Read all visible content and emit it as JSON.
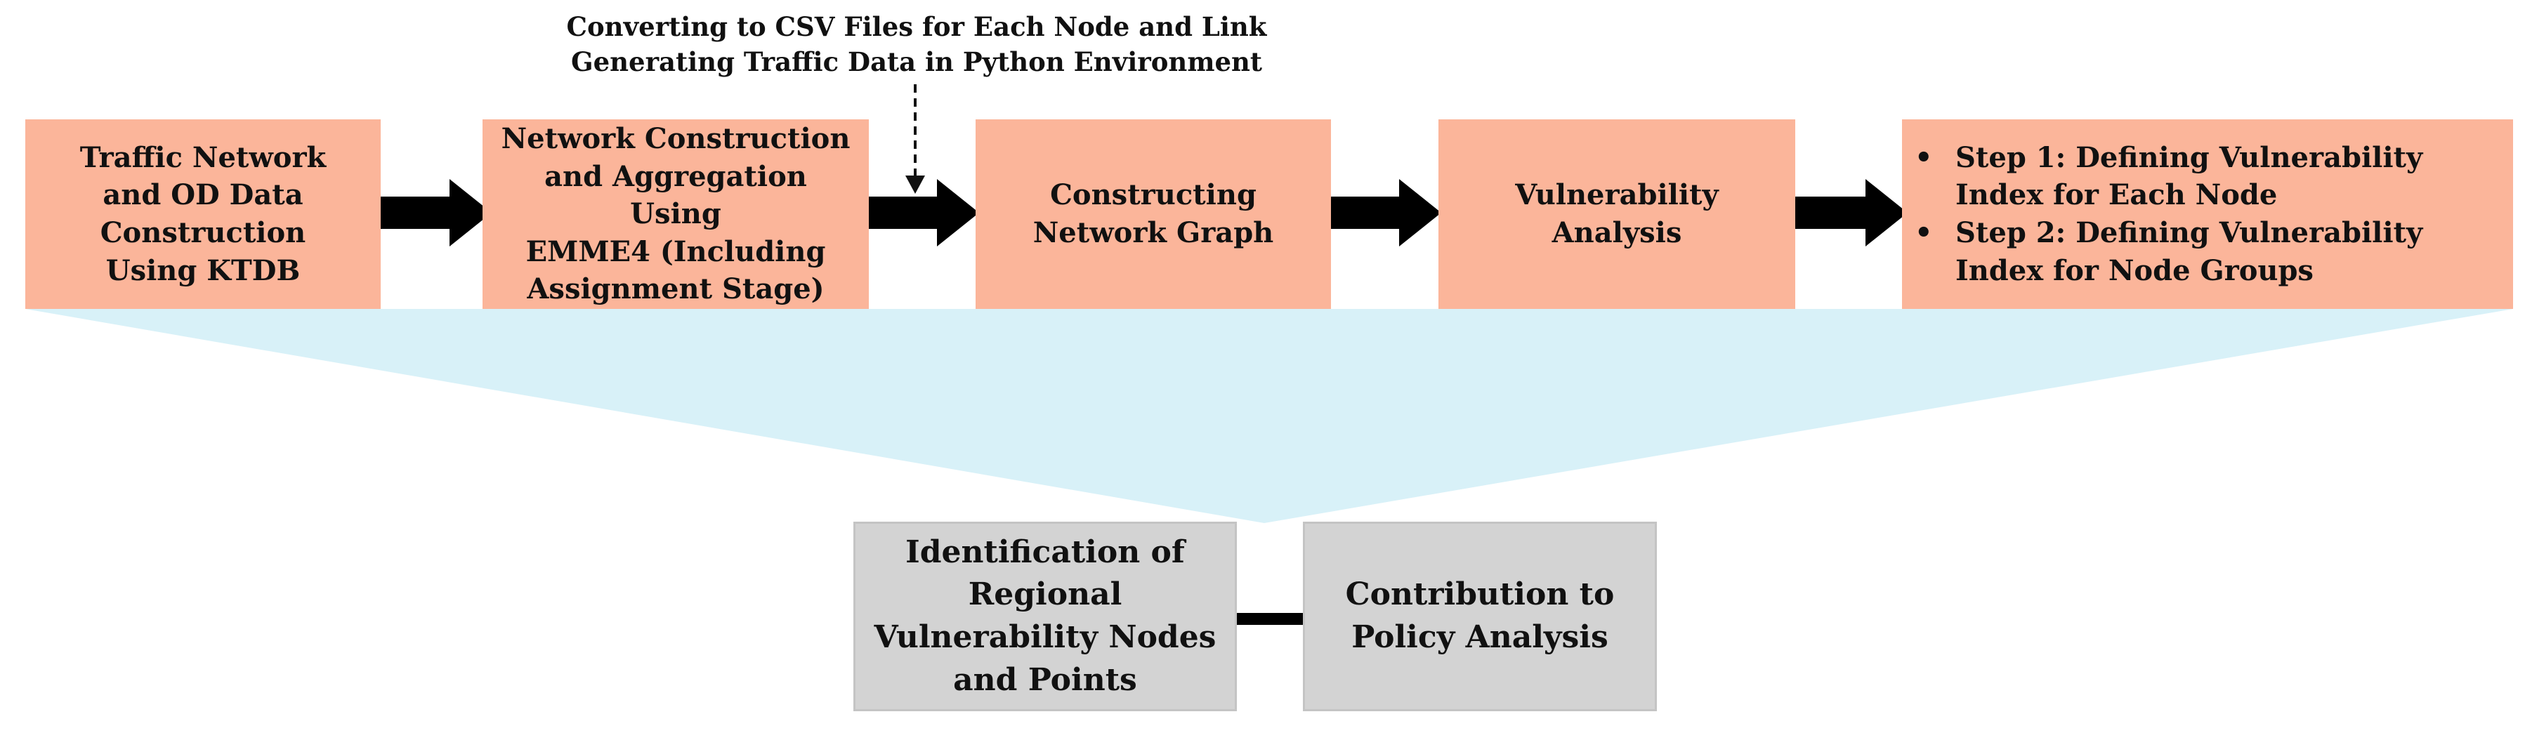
{
  "annotation": {
    "text": "Converting to CSV Files for Each Node and Link\nGenerating Traffic Data in Python Environment"
  },
  "pipeline": [
    {
      "text": "Traffic Network\nand OD Data\nConstruction\nUsing KTDB"
    },
    {
      "text": "Network Construction\nand Aggregation Using\nEMME4 (Including\nAssignment Stage)"
    },
    {
      "text": "Constructing\nNetwork Graph"
    },
    {
      "text": "Vulnerability\nAnalysis"
    }
  ],
  "steps": [
    "Step 1: Defining Vulnerability\nIndex for Each Node",
    "Step 2: Defining Vulnerability\nIndex for Node Groups"
  ],
  "outcomes": [
    {
      "text": "Identification of\nRegional\nVulnerability Nodes\nand Points"
    },
    {
      "text": "Contribution to\nPolicy Analysis"
    }
  ],
  "colors": {
    "process_box": "#fbb59a",
    "funnel": "#d8f1f8",
    "outcome_box": "#d3d3d3",
    "arrow": "#000000"
  }
}
